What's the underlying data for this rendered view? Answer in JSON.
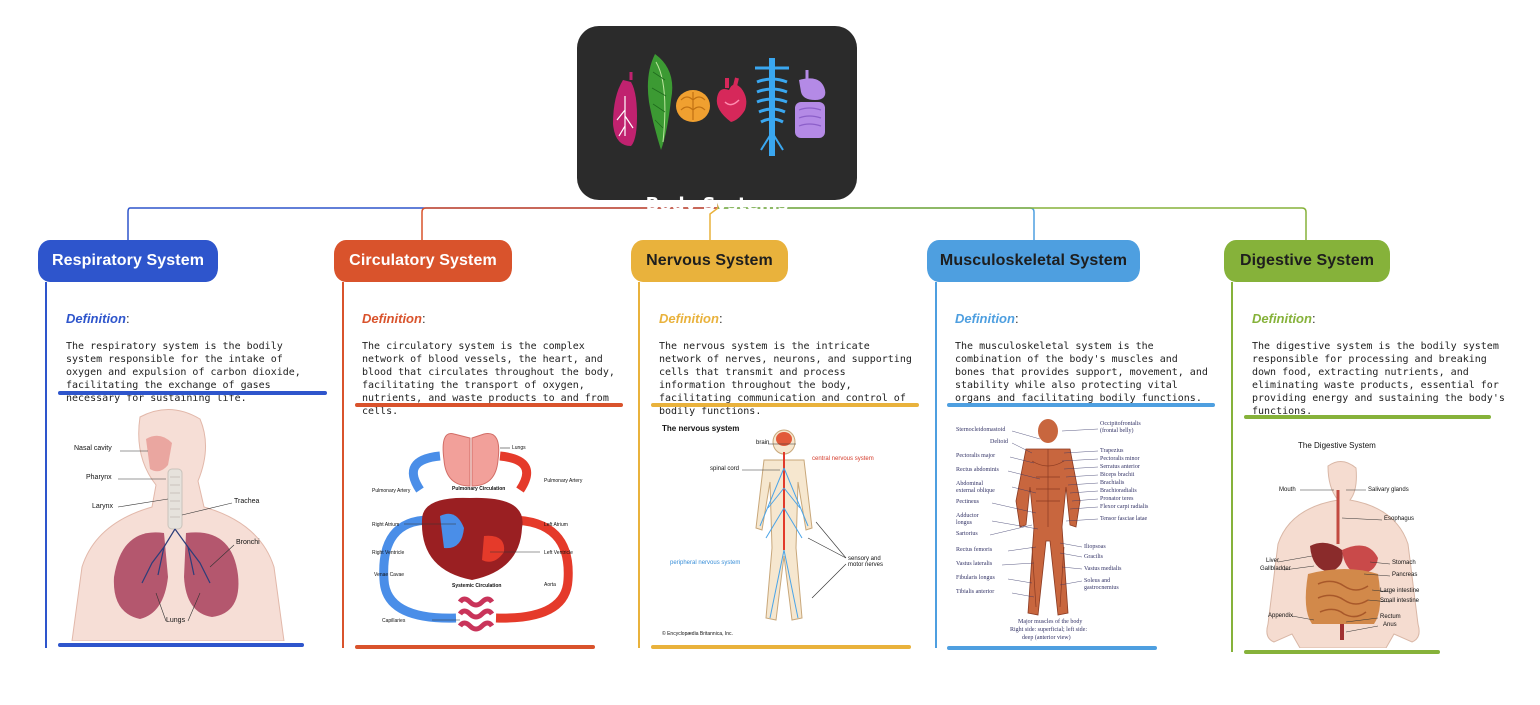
{
  "central": {
    "title": "Body Systems"
  },
  "branches": [
    {
      "id": "respiratory",
      "title": "Respiratory System",
      "color": "#2e55cc",
      "definition_label": "Definition",
      "definition_text": "The respiratory system is the bodily system responsible for the intake of oxygen and expulsion of carbon dioxide, facilitating the exchange of gases necessary for sustaining life.",
      "image_labels": [
        "Nasal cavity",
        "Pharynx",
        "Larynx",
        "Trachea",
        "Bronchi",
        "Lungs"
      ]
    },
    {
      "id": "circulatory",
      "title": "Circulatory System",
      "color": "#d9532c",
      "definition_label": "Definition",
      "definition_text": "The circulatory system is the complex network of blood vessels, the heart, and blood that circulates throughout the body, facilitating the transport of oxygen, nutrients, and waste products to and from cells.",
      "image_labels": [
        "Lungs",
        "Pulmonary Artery",
        "Pulmonary Circulation",
        "Pulmonary Artery",
        "Right Atrium",
        "Left Atrium",
        "Right Ventricle",
        "Left Ventricle",
        "Venae Cavae",
        "Systemic Circulation",
        "Aorta",
        "Capillaries"
      ]
    },
    {
      "id": "nervous",
      "title": "Nervous System",
      "color": "#e9b23c",
      "definition_label": "Definition",
      "definition_text": "The nervous system is the intricate network of nerves, neurons, and supporting cells that transmit and process information throughout the body, facilitating communication and control of bodily functions.",
      "image_labels": [
        "The nervous system",
        "brain",
        "spinal cord",
        "central nervous system",
        "peripheral nervous system",
        "sensory and motor nerves",
        "© Encyclopædia Britannica, Inc."
      ]
    },
    {
      "id": "musculoskeletal",
      "title": "Musculoskeletal System",
      "color": "#4e9fe0",
      "definition_label": "Definition",
      "definition_text": "The musculoskeletal system is the combination of the body's muscles and bones that provides support, movement, and stability while also protecting vital organs and facilitating bodily functions.",
      "image_labels_left": [
        "Sternocleidomastoid",
        "Deltoid",
        "Pectoralis major",
        "Rectus abdominis",
        "Abdominal external oblique",
        "Pectineus",
        "Adductor longus",
        "Sartorius",
        "Rectus femoris",
        "Vastus lateralis",
        "Fibularis longus",
        "Tibialis anterior"
      ],
      "image_labels_right": [
        "Occipitofrontalis (frontal belly)",
        "Trapezius",
        "Pectoralis minor",
        "Serratus anterior",
        "Biceps brachii",
        "Brachialis",
        "Brachioradialis",
        "Pronator teres",
        "Flexor carpi radialis",
        "Tensor fasciae latae",
        "Iliopsoas",
        "Gracilis",
        "Vastus medialis",
        "Soleus and gastrocnemius"
      ],
      "caption": [
        "Major muscles of the body",
        "Right side: superficial; left side:",
        "deep (anterior view)"
      ]
    },
    {
      "id": "digestive",
      "title": "Digestive System",
      "color": "#86b23a",
      "definition_label": "Definition",
      "definition_text": "The digestive system is the bodily system responsible for processing and breaking down food, extracting nutrients, and eliminating waste products, essential for providing energy and sustaining the body's functions.",
      "image_labels": [
        "The Digestive System",
        "Mouth",
        "Salivary glands",
        "Esophagus",
        "Liver",
        "Gallbladder",
        "Stomach",
        "Pancreas",
        "Large intestine",
        "Small intestine",
        "Appendix",
        "Rectum",
        "Anus"
      ]
    }
  ]
}
